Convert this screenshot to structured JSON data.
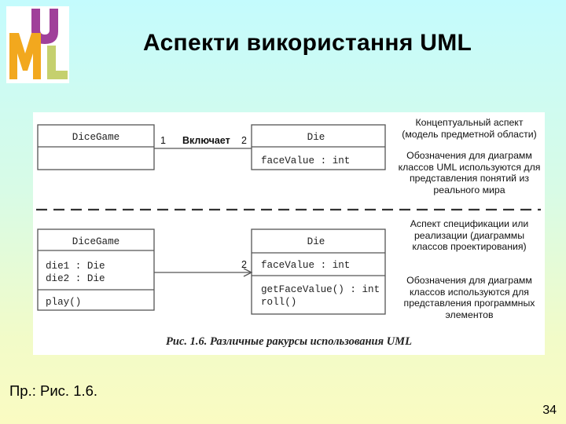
{
  "slide": {
    "title": "Аспекти використання UML",
    "footnote": "Пр.: Рис. 1.6.",
    "page_number": "34"
  },
  "colors": {
    "logo_u": "#a0409a",
    "logo_m": "#f2a81e",
    "logo_l": "#c5d06e",
    "logo_bg": "#ffffff"
  },
  "figure": {
    "top_diagram": {
      "left_class": {
        "name": "DiceGame",
        "attributes": []
      },
      "association": {
        "left_multiplicity": "1",
        "label": "Включает",
        "right_multiplicity": "2"
      },
      "right_class": {
        "name": "Die",
        "attributes": [
          "faceValue : int"
        ]
      }
    },
    "bottom_diagram": {
      "left_class": {
        "name": "DiceGame",
        "attributes": [
          "die1 : Die",
          "die2 : Die"
        ],
        "operations": [
          "play()"
        ]
      },
      "association": {
        "right_multiplicity": "2"
      },
      "right_class": {
        "name": "Die",
        "attributes": [
          "faceValue : int"
        ],
        "operations": [
          "getFaceValue() : int",
          "roll()"
        ]
      }
    },
    "notes": {
      "conceptual_title": "Концептуальный аспект (модель предметной области)",
      "conceptual_body": "Обозначения для диаграмм классов UML используются для представления понятий из реального мира",
      "spec_title": "Аспект спецификации или реализации (диаграммы классов проектирования)",
      "spec_body": "Обозначения для диаграмм классов используются для представления программных элементов"
    },
    "caption": "Рис. 1.6. Различные ракурсы использования UML"
  }
}
